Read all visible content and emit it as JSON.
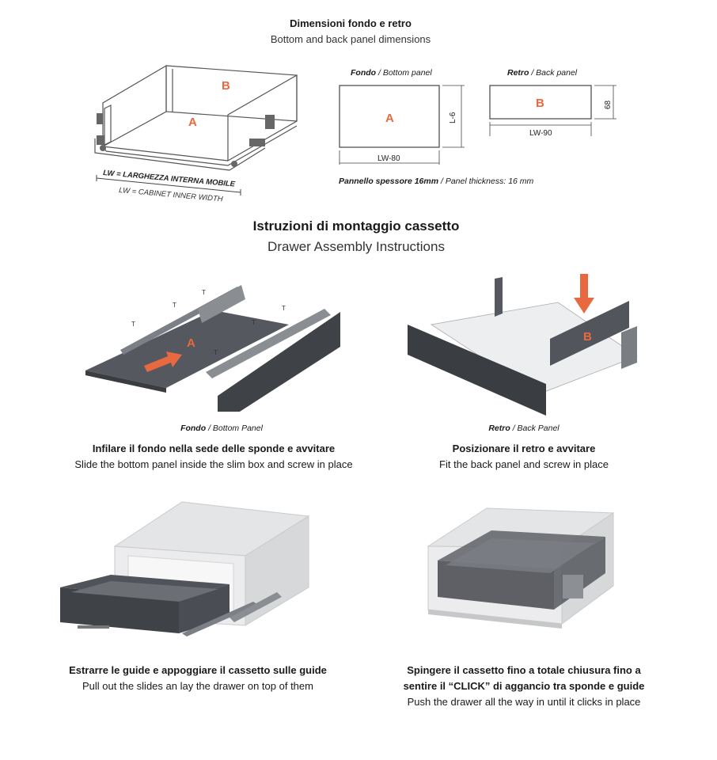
{
  "header": {
    "title_it": "Dimensioni fondo e retro",
    "title_en": "Bottom and back panel dimensions"
  },
  "drawer_diagram": {
    "label_a": "A",
    "label_b": "B",
    "lw_it": "LW = LARGHEZZA INTERNA MOBILE",
    "lw_en": "LW = CABINET INNER WIDTH"
  },
  "bottom_panel": {
    "caption_it": "Fondo",
    "caption_en": "/ Bottom panel",
    "label": "A",
    "side_dim": "L-6",
    "bottom_dim": "LW-80"
  },
  "back_panel": {
    "caption_it": "Retro",
    "caption_en": "/ Back panel",
    "label": "B",
    "side_dim": "68",
    "bottom_dim": "LW-90"
  },
  "thickness": {
    "it": "Pannello spessore 16mm",
    "en": "/ Panel thickness: 16 mm"
  },
  "instructions": {
    "title_it": "Istruzioni di montaggio cassetto",
    "title_en": "Drawer Assembly Instructions"
  },
  "steps": [
    {
      "caption_it": "Fondo",
      "caption_en": "/ Bottom Panel",
      "label": "A",
      "title": "Infilare il fondo nella sede delle sponde e avvitare",
      "subtitle": "Slide the bottom panel inside the slim box and screw in place"
    },
    {
      "caption_it": "Retro",
      "caption_en": "/ Back Panel",
      "label": "B",
      "title": "Posizionare il retro e avvitare",
      "subtitle": "Fit the back panel and screw in place"
    },
    {
      "title": "Estrarre le guide e appoggiare il cassetto sulle guide",
      "subtitle": "Pull out the slides an lay the drawer on top of them"
    },
    {
      "title_line1": "Spingere il cassetto fino a totale chiusura fino a",
      "title_line2": "sentire il “CLICK” di aggancio tra sponde e guide",
      "subtitle": "Push the drawer all the way in until it clicks in place"
    }
  ],
  "colors": {
    "accent": "#e8693f",
    "panel_dark": "#4a4d53",
    "panel_mid": "#6a6d72",
    "cabinet": "#d8d8da"
  }
}
